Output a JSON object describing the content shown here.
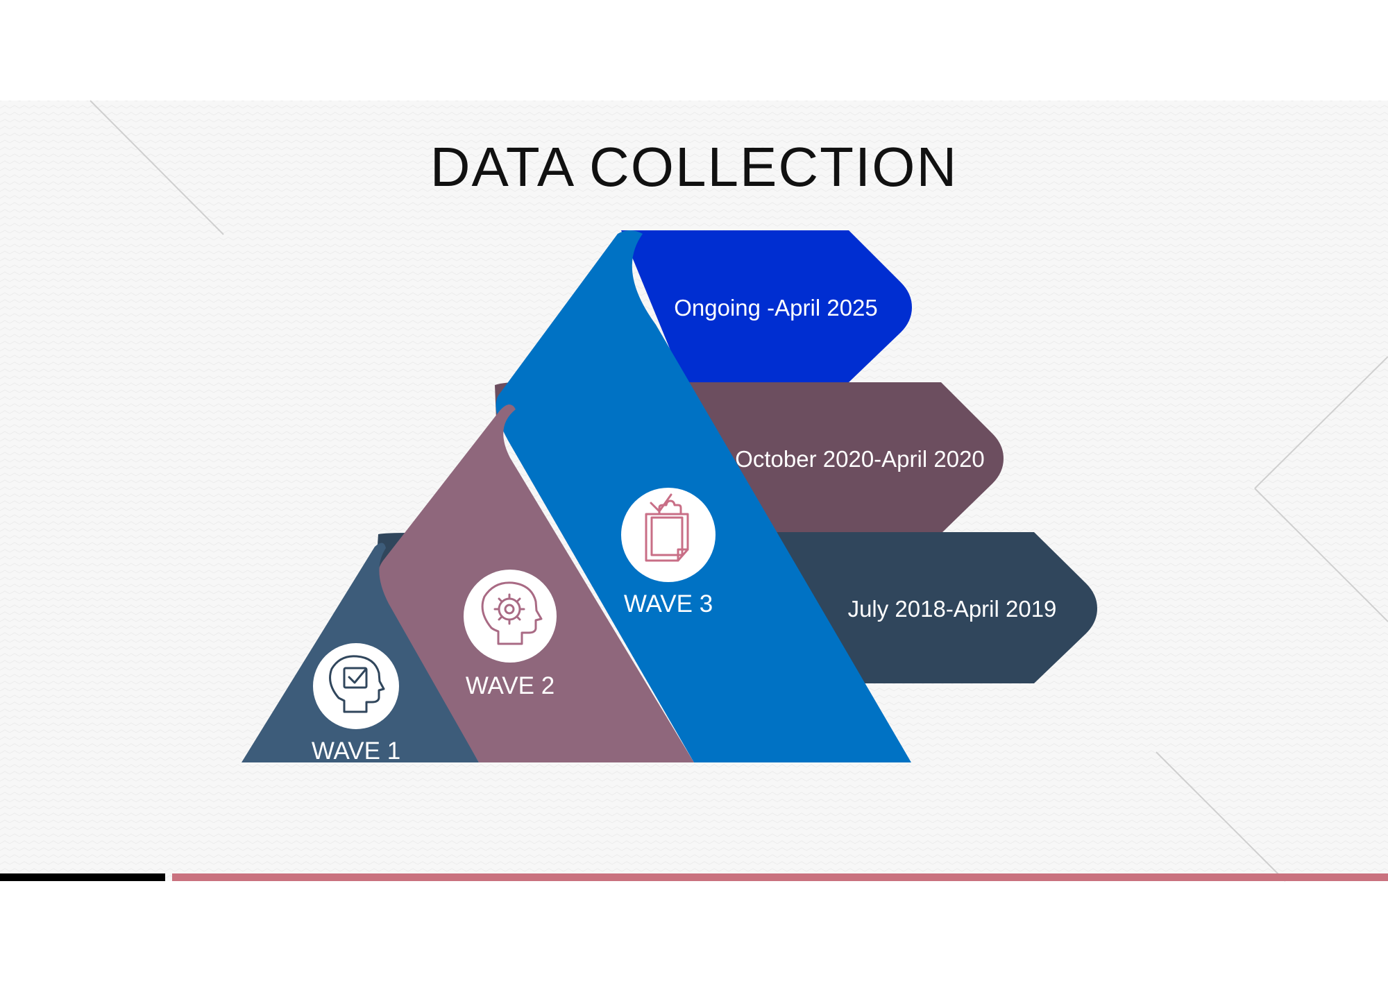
{
  "slide": {
    "title": "DATA COLLECTION"
  },
  "waves": [
    {
      "label": "WAVE 1",
      "period": "July 2018-April 2019",
      "icon": "head-checkmark-icon",
      "color": "#3d5c7a",
      "tab_color": "#30465c",
      "icon_color": "#30465c"
    },
    {
      "label": "WAVE 2",
      "period": "October 2020-April 2020",
      "icon": "head-gear-icon",
      "color": "#8f677c",
      "tab_color": "#6c4e5f",
      "icon_color": "#a96a84"
    },
    {
      "label": "WAVE 3",
      "period": "Ongoing -April 2025",
      "icon": "clipboard-check-icon",
      "color": "#0072c4",
      "tab_color": "#002ed1",
      "icon_color": "#c86e86"
    }
  ],
  "colors": {
    "background": "#f7f7f7",
    "accent_bar": "#c9727f",
    "black_bar": "#000000",
    "deco_lines": "#cfcfcf"
  }
}
